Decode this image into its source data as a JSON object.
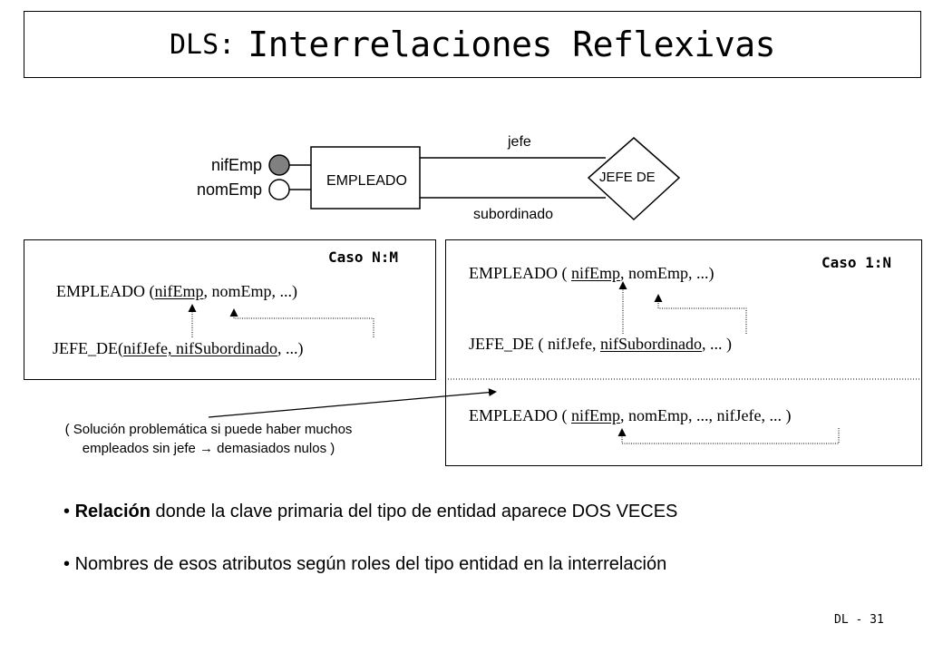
{
  "title": {
    "prefix": "DLS:",
    "main": "Interrelaciones Reflexivas"
  },
  "er": {
    "entity": "EMPLEADO",
    "relationship": "JEFE DE",
    "attributes": [
      "nifEmp",
      "nomEmp"
    ],
    "roles": {
      "top": "jefe",
      "bottom": "subordinado"
    }
  },
  "case_nm": {
    "title": "Caso N:M",
    "line1": {
      "name": "EMPLEADO (",
      "key": "nifEmp",
      "rest": ", nomEmp, ...)"
    },
    "line2": {
      "name": "JEFE_DE(",
      "key": "nifJefe,   nifSubordinado",
      "rest": ", ...)"
    }
  },
  "case_1n": {
    "title": "Caso 1:N",
    "line1": {
      "name": "EMPLEADO  ( ",
      "key": "nifEmp",
      "rest": ", nomEmp, ...)"
    },
    "line2": {
      "name": "JEFE_DE   ( nifJefe,  ",
      "key": "nifSubordinado",
      "rest": ",  ... )"
    },
    "line3": {
      "name": "EMPLEADO  ( ",
      "key": "nifEmp",
      "rest": ", nomEmp, ..., nifJefe, ... )"
    }
  },
  "note": {
    "line1": "( Solución problemática si puede haber muchos",
    "line2": "empleados sin jefe → demasiados nulos )"
  },
  "bullets": [
    {
      "bold": "Relación",
      "text": " donde la clave primaria del tipo de entidad aparece DOS VECES"
    },
    {
      "bold": "",
      "text": "Nombres de esos atributos según roles del tipo entidad en la interrelación"
    }
  ],
  "page_number": "DL - 31",
  "colors": {
    "key_attribute_fill": "#808080",
    "stroke": "#000000"
  }
}
